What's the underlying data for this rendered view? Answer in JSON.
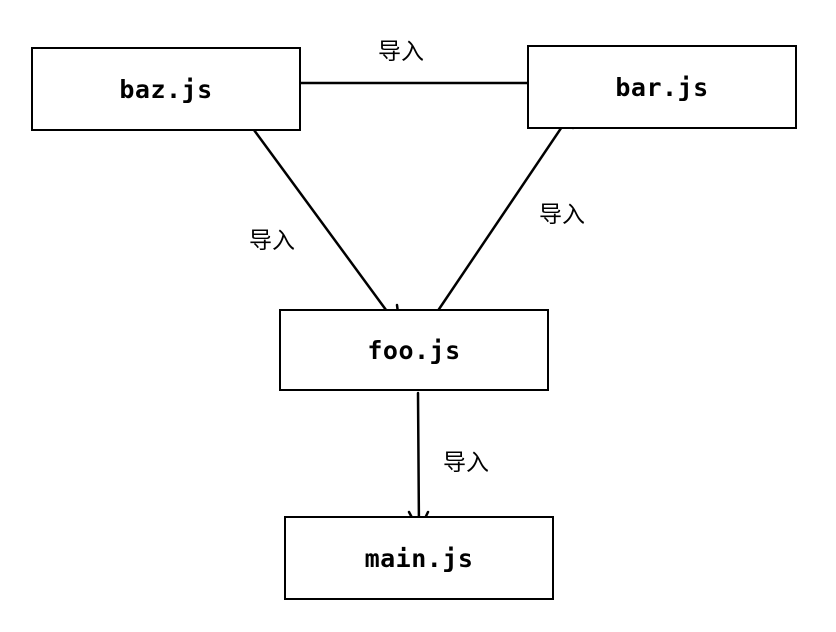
{
  "nodes": {
    "baz": "baz.js",
    "bar": "bar.js",
    "foo": "foo.js",
    "main": "main.js"
  },
  "edges": [
    {
      "from": "bar",
      "to": "baz",
      "label": "导入"
    },
    {
      "from": "baz",
      "to": "foo",
      "label": "导入"
    },
    {
      "from": "foo",
      "to": "bar",
      "label": "导入"
    },
    {
      "from": "foo",
      "to": "main",
      "label": "导入"
    }
  ],
  "colors": {
    "stroke": "#000000",
    "background": "#ffffff"
  }
}
